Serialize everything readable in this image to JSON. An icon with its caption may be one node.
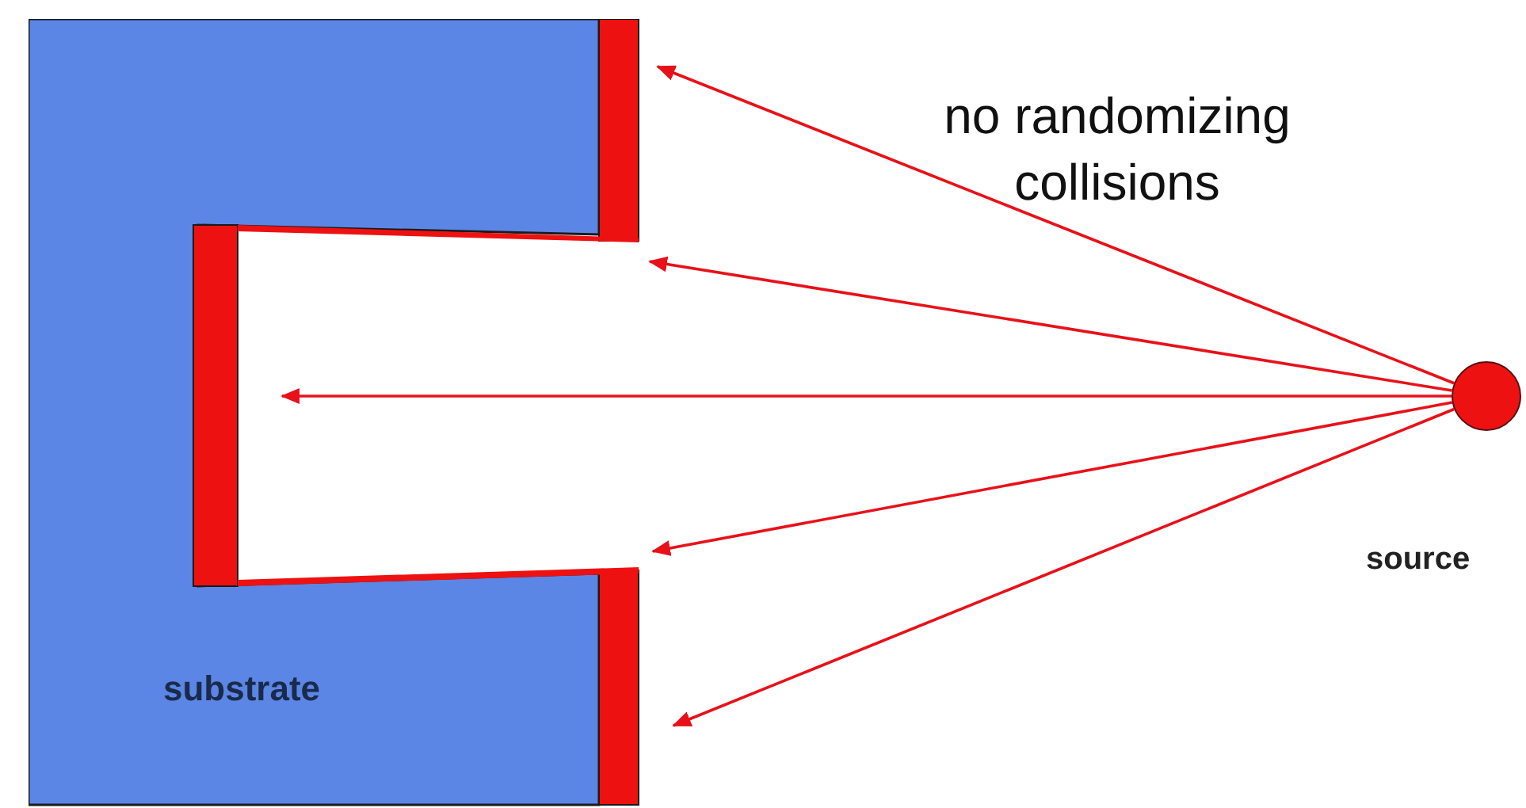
{
  "diagram": {
    "nodes": [
      {
        "text": [
          "substrate"
        ]
      },
      {
        "text": [],
        "shape": "circle",
        "beside": [
          "source"
        ]
      }
    ],
    "edges": [
      {
        "from": 1,
        "to": 0,
        "arrow": "to"
      },
      {
        "from": 1,
        "to": 0,
        "arrow": "to"
      },
      {
        "from": 1,
        "to": 0,
        "arrow": "to"
      },
      {
        "from": 1,
        "to": 0,
        "arrow": "to"
      },
      {
        "from": 1,
        "to": 0,
        "arrow": "to"
      }
    ],
    "labels": [
      "no randomizing collisions"
    ]
  }
}
